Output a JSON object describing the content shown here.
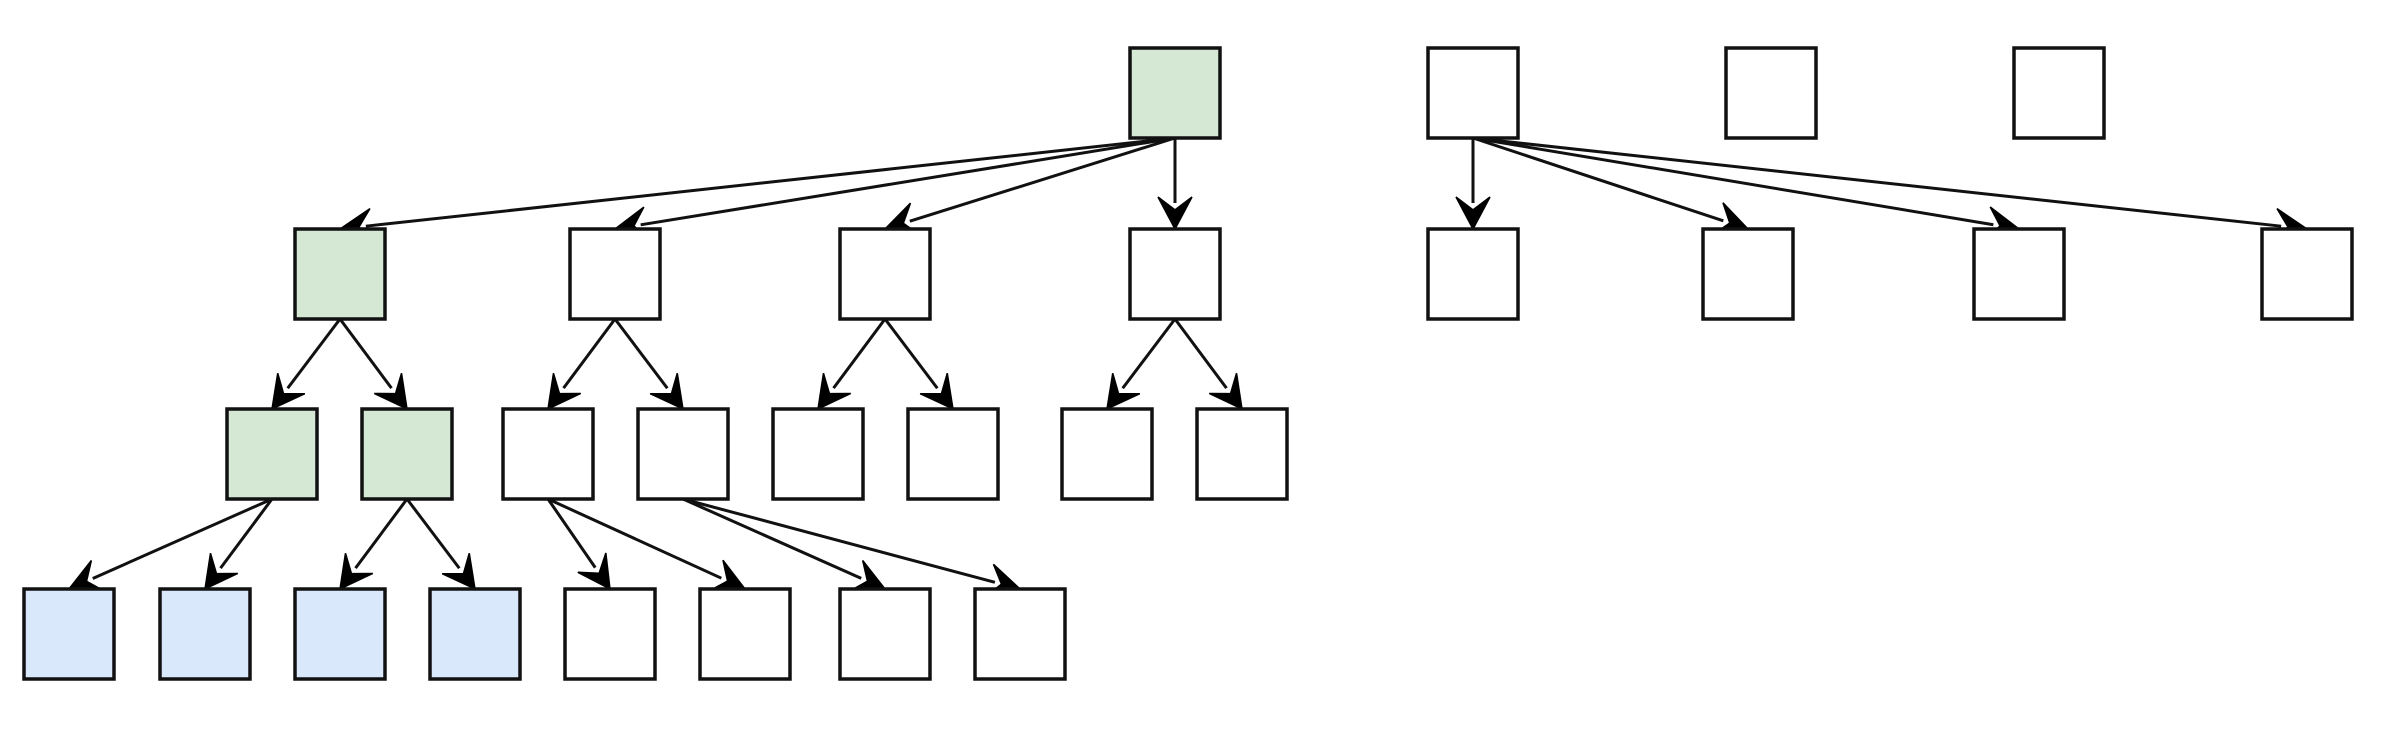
{
  "colors": {
    "stroke": "#111111",
    "fill_green": "#d5e8d4",
    "fill_blue": "#dae8fc",
    "fill_default": "#ffffff"
  },
  "diagram": {
    "kind": "tree-diagram",
    "node_label_text": "none",
    "nodes": [
      {
        "id": "top-0",
        "fill": "green"
      },
      {
        "id": "top-1",
        "fill": "default"
      },
      {
        "id": "top-2",
        "fill": "default"
      },
      {
        "id": "top-3",
        "fill": "default"
      },
      {
        "id": "l1-0",
        "fill": "green"
      },
      {
        "id": "l1-1",
        "fill": "default"
      },
      {
        "id": "l1-2",
        "fill": "default"
      },
      {
        "id": "l1-3",
        "fill": "default"
      },
      {
        "id": "l1-4",
        "fill": "default"
      },
      {
        "id": "l1-5",
        "fill": "default"
      },
      {
        "id": "l1-6",
        "fill": "default"
      },
      {
        "id": "l1-7",
        "fill": "default"
      },
      {
        "id": "l2-0",
        "fill": "green"
      },
      {
        "id": "l2-1",
        "fill": "green"
      },
      {
        "id": "l2-2",
        "fill": "default"
      },
      {
        "id": "l2-3",
        "fill": "default"
      },
      {
        "id": "l2-4",
        "fill": "default"
      },
      {
        "id": "l2-5",
        "fill": "default"
      },
      {
        "id": "l2-6",
        "fill": "default"
      },
      {
        "id": "l2-7",
        "fill": "default"
      },
      {
        "id": "l3-0",
        "fill": "blue"
      },
      {
        "id": "l3-1",
        "fill": "blue"
      },
      {
        "id": "l3-2",
        "fill": "blue"
      },
      {
        "id": "l3-3",
        "fill": "blue"
      },
      {
        "id": "l3-4",
        "fill": "default"
      },
      {
        "id": "l3-5",
        "fill": "default"
      },
      {
        "id": "l3-6",
        "fill": "default"
      },
      {
        "id": "l3-7",
        "fill": "default"
      }
    ],
    "edges": [
      {
        "from": "top-0",
        "to": "l1-0"
      },
      {
        "from": "top-0",
        "to": "l1-1"
      },
      {
        "from": "top-0",
        "to": "l1-2"
      },
      {
        "from": "top-0",
        "to": "l1-3"
      },
      {
        "from": "top-1",
        "to": "l1-4"
      },
      {
        "from": "top-1",
        "to": "l1-5"
      },
      {
        "from": "top-1",
        "to": "l1-6"
      },
      {
        "from": "top-1",
        "to": "l1-7"
      },
      {
        "from": "l1-0",
        "to": "l2-0"
      },
      {
        "from": "l1-0",
        "to": "l2-1"
      },
      {
        "from": "l1-1",
        "to": "l2-2"
      },
      {
        "from": "l1-1",
        "to": "l2-3"
      },
      {
        "from": "l1-2",
        "to": "l2-4"
      },
      {
        "from": "l1-2",
        "to": "l2-5"
      },
      {
        "from": "l1-3",
        "to": "l2-6"
      },
      {
        "from": "l1-3",
        "to": "l2-7"
      },
      {
        "from": "l2-0",
        "to": "l3-0"
      },
      {
        "from": "l2-0",
        "to": "l3-1"
      },
      {
        "from": "l2-1",
        "to": "l3-2"
      },
      {
        "from": "l2-1",
        "to": "l3-3"
      },
      {
        "from": "l2-2",
        "to": "l3-4"
      },
      {
        "from": "l2-2",
        "to": "l3-5"
      },
      {
        "from": "l2-3",
        "to": "l3-6"
      },
      {
        "from": "l2-3",
        "to": "l3-7"
      }
    ]
  }
}
